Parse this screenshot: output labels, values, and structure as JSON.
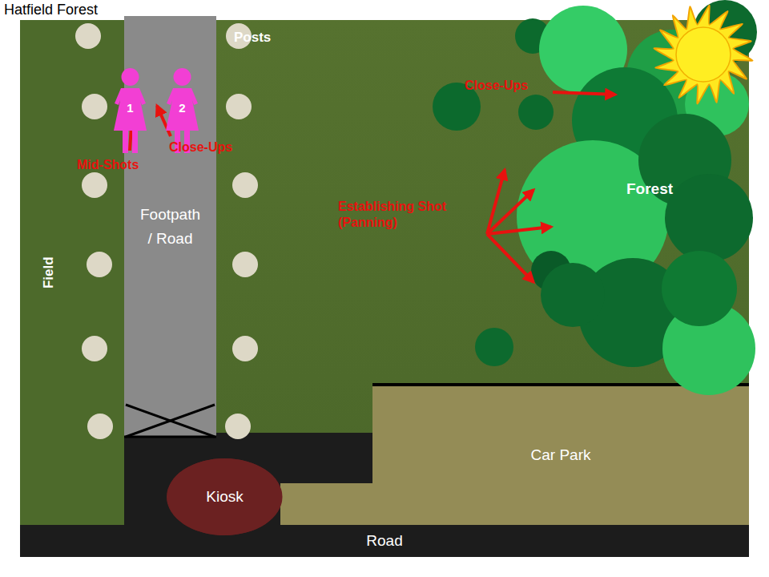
{
  "diagram": {
    "title": "Hatfield Forest",
    "nodes": [
      {
        "text": [
          "Field"
        ]
      },
      {
        "text": [
          "Footpath / Road"
        ]
      },
      {
        "text": [
          "1"
        ],
        "in": 1
      },
      {
        "text": [
          "2"
        ],
        "in": 1
      },
      {
        "text": [
          "Car Park"
        ]
      },
      {
        "text": [
          "Kiosk"
        ]
      },
      {
        "text": [
          "Road"
        ]
      }
    ],
    "labels": [
      "Posts",
      "Mid-Shots",
      "Close-Ups",
      "Close-Ups",
      "Establishing Shot (Panning)",
      "Forest"
    ]
  }
}
